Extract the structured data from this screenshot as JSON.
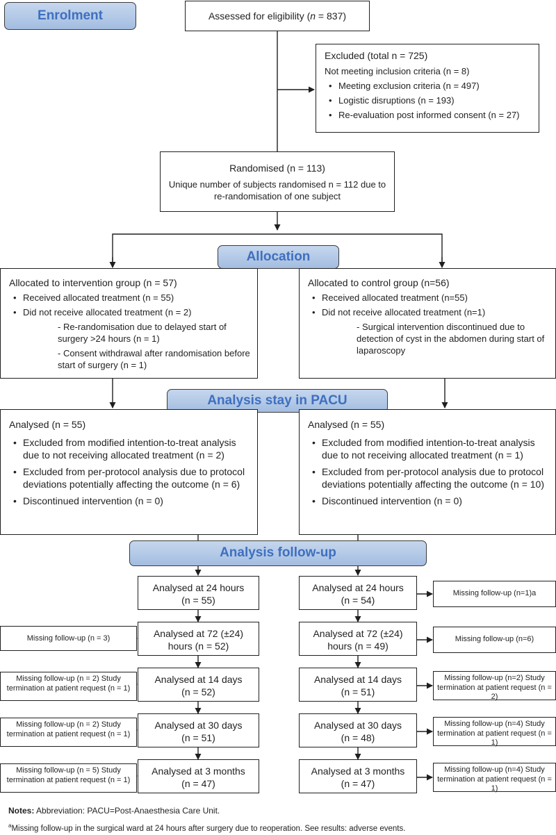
{
  "stages": {
    "enrolment": "Enrolment",
    "allocation": "Allocation",
    "pacu": "Analysis stay in PACU",
    "followup": "Analysis follow-up"
  },
  "assessed": {
    "pre": "Assessed for eligibility (",
    "n": "n",
    "post": " = 837)"
  },
  "excluded": {
    "title": "Excluded (total n = 725)",
    "items": [
      "Not meeting inclusion criteria (n = 8)",
      "Meeting exclusion criteria (n = 497)",
      "Logistic disruptions (n = 193)",
      "Re-evaluation post informed consent (n = 27)"
    ]
  },
  "randomised": {
    "title": "Randomised (n = 113)",
    "note": "Unique number of subjects randomised n = 112 due to re-randomisation of one subject"
  },
  "intervention": {
    "title": "Allocated to intervention group (n = 57)",
    "received": "Received allocated treatment (n = 55)",
    "not_received": "Did not receive allocated treatment (n = 2)",
    "sub1": "- Re-randomisation due to delayed start of surgery >24 hours (n = 1)",
    "sub2": "- Consent withdrawal after randomisation before start of surgery (n = 1)"
  },
  "control": {
    "title": "Allocated to control group (n=56)",
    "received": "Received allocated treatment (n=55)",
    "not_received": "Did not receive allocated treatment (n=1)",
    "sub1": "- Surgical intervention discontinued due to detection of cyst in the abdomen during start of laparoscopy"
  },
  "pacu_left": {
    "title": "Analysed (n = 55)",
    "items": [
      "Excluded from modified intention-to-treat analysis due to not receiving allocated treatment (n = 2)",
      "Excluded from per-protocol analysis due to protocol deviations potentially affecting the outcome (n = 6)",
      "Discontinued intervention (n = 0)"
    ]
  },
  "pacu_right": {
    "title": "Analysed (n = 55)",
    "items": [
      "Excluded from modified intention-to-treat analysis due to not receiving allocated treatment (n = 1)",
      "Excluded from per-protocol analysis due to protocol deviations potentially affecting the outcome (n = 10)",
      "Discontinued intervention (n = 0)"
    ]
  },
  "left_steps": [
    {
      "l1": "Analysed at 24 hours",
      "l2": "(n = 55)"
    },
    {
      "l1": "Analysed at 72 (±24)",
      "l2": "hours (n = 52)"
    },
    {
      "l1": "Analysed at 14 days",
      "l2": "(n = 52)"
    },
    {
      "l1": "Analysed at 30 days",
      "l2": "(n = 51)"
    },
    {
      "l1": "Analysed at 3 months",
      "l2": "(n = 47)"
    }
  ],
  "right_steps": [
    {
      "l1": "Analysed at 24 hours",
      "l2": "(n = 54)"
    },
    {
      "l1": "Analysed at 72 (±24)",
      "l2": "hours (n = 49)"
    },
    {
      "l1": "Analysed at 14 days",
      "l2": "(n = 51)"
    },
    {
      "l1": "Analysed at 30 days",
      "l2": "(n = 48)"
    },
    {
      "l1": "Analysed at 3 months",
      "l2": "(n = 47)"
    }
  ],
  "left_missing": [
    "Missing follow-up (n = 3)",
    "Missing follow-up (n = 2) Study termination at patient request (n = 1)",
    "Missing follow-up (n = 2) Study termination at patient request (n = 1)",
    "Missing follow-up (n = 5) Study termination at patient request (n = 1)"
  ],
  "right_missing": [
    "Missing follow-up (n=1)a",
    "Missing follow-up (n=6)",
    "Missing follow-up (n=2) Study termination at patient request (n = 2)",
    "Missing follow-up (n=4) Study termination at patient request (n = 1)",
    "Missing follow-up (n=4) Study termination at patient request (n = 1)"
  ],
  "notes": {
    "label": "Notes:",
    "text": " Abbreviation: PACU=Post-Anaesthesia Care Unit.",
    "footnote_mark": "a",
    "footnote": "Missing follow-up in the surgical ward at 24 hours after surgery due to reoperation. See results: adverse events."
  }
}
